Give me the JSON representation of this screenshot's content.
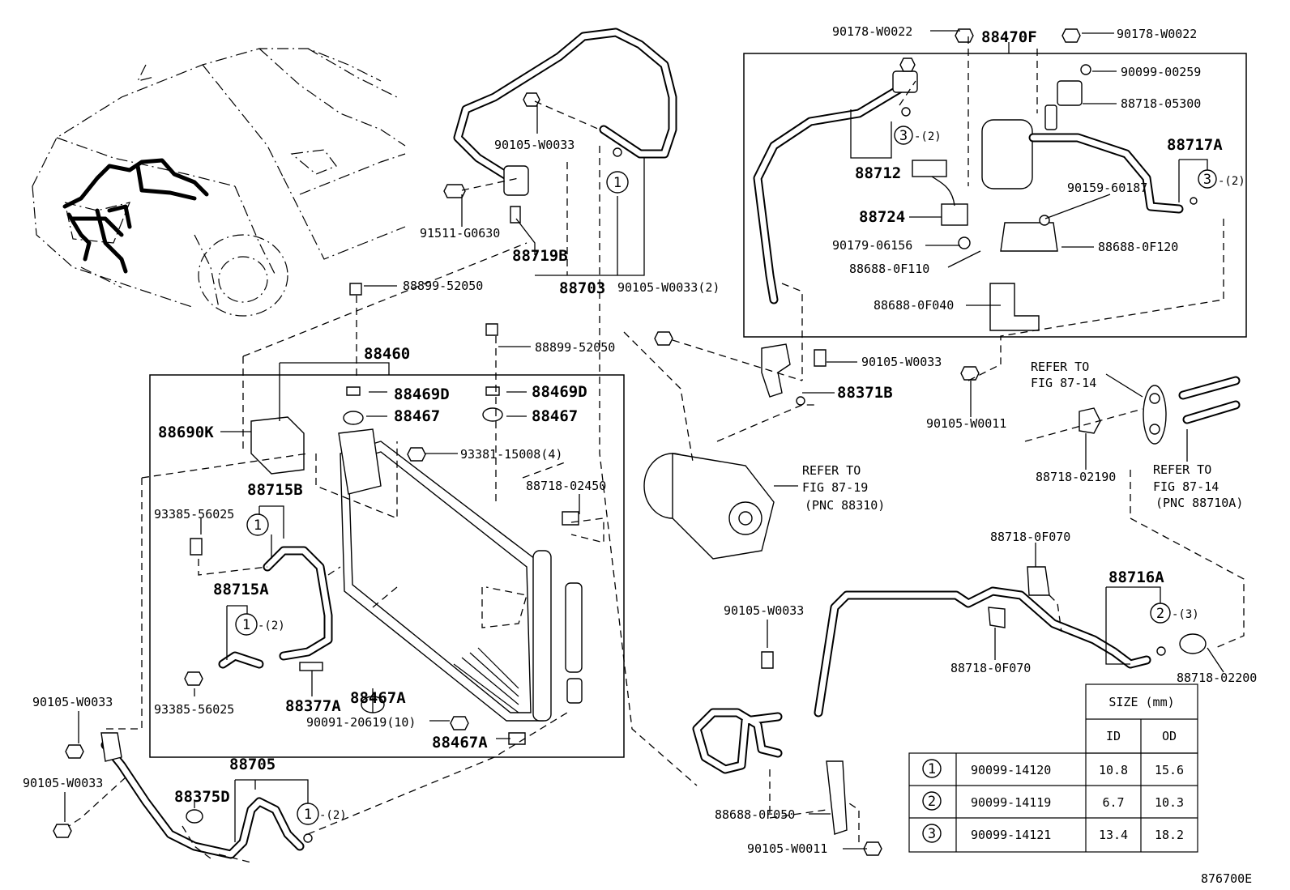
{
  "parts": {
    "p88470F": "88470F",
    "p90178_W0022_l": "90178-W0022",
    "p90178_W0022_r": "90178-W0022",
    "p90099_00259": "90099-00259",
    "p88718_05300": "88718-05300",
    "p88717A": "88717A",
    "p88712": "88712",
    "p90159_60187": "90159-60187",
    "p88724": "88724",
    "p90179_06156": "90179-06156",
    "p88688_0F120": "88688-0F120",
    "p88688_0F110": "88688-0F110",
    "p88688_0F040": "88688-0F040",
    "p90105_W0033_a": "90105-W0033",
    "p91511_G0630": "91511-G0630",
    "p88719B": "88719B",
    "p88703": "88703",
    "p90105_W0033_2": "90105-W0033(2)",
    "p88899_52050_a": "88899-52050",
    "p88899_52050_b": "88899-52050",
    "p88460": "88460",
    "p88469D_a": "88469D",
    "p88469D_b": "88469D",
    "p88467_a": "88467",
    "p88467_b": "88467",
    "p88690K": "88690K",
    "p93381_15008": "93381-15008(4)",
    "p88715B": "88715B",
    "p93385_56025_a": "93385-56025",
    "p88718_02450": "88718-02450",
    "p88715A": "88715A",
    "p93385_56025_b": "93385-56025",
    "p88377A": "88377A",
    "p88467A_a": "88467A",
    "p90091_20619": "90091-20619(10)",
    "p88467A_b": "88467A",
    "p90105_W0033_b": "90105-W0033",
    "p90105_W0033_c": "90105-W0033",
    "p88705": "88705",
    "p88375D": "88375D",
    "p90105_W0033_d": "90105-W0033",
    "p88371B": "88371B",
    "p90105_W0011_a": "90105-W0011",
    "p88718_02190": "88718-02190",
    "p88718_0F070_a": "88718-0F070",
    "p88716A": "88716A",
    "p88718_0F070_b": "88718-0F070",
    "p88718_02200": "88718-02200",
    "p90105_W0033_e": "90105-W0033",
    "p88688_0F050": "88688-0F050",
    "p90105_W0011_b": "90105-W0011",
    "fig_id": "876700E"
  },
  "circled": {
    "one": "1",
    "two": "2",
    "three": "3"
  },
  "qty": {
    "q2": "-(2)",
    "q3": "-(3)"
  },
  "refs": {
    "refer_to": "REFER TO",
    "fig_87_14": "FIG 87-14",
    "fig_87_19": "FIG 87-19",
    "pnc_88310": "(PNC 88310)",
    "pnc_88710A": "(PNC 88710A)"
  },
  "size_table": {
    "header": "SIZE (mm)",
    "col_id": "ID",
    "col_od": "OD",
    "rows": [
      {
        "num": "1",
        "part": "90099-14120",
        "id": "10.8",
        "od": "15.6"
      },
      {
        "num": "2",
        "part": "90099-14119",
        "id": "6.7",
        "od": "10.3"
      },
      {
        "num": "3",
        "part": "90099-14121",
        "id": "13.4",
        "od": "18.2"
      }
    ]
  }
}
